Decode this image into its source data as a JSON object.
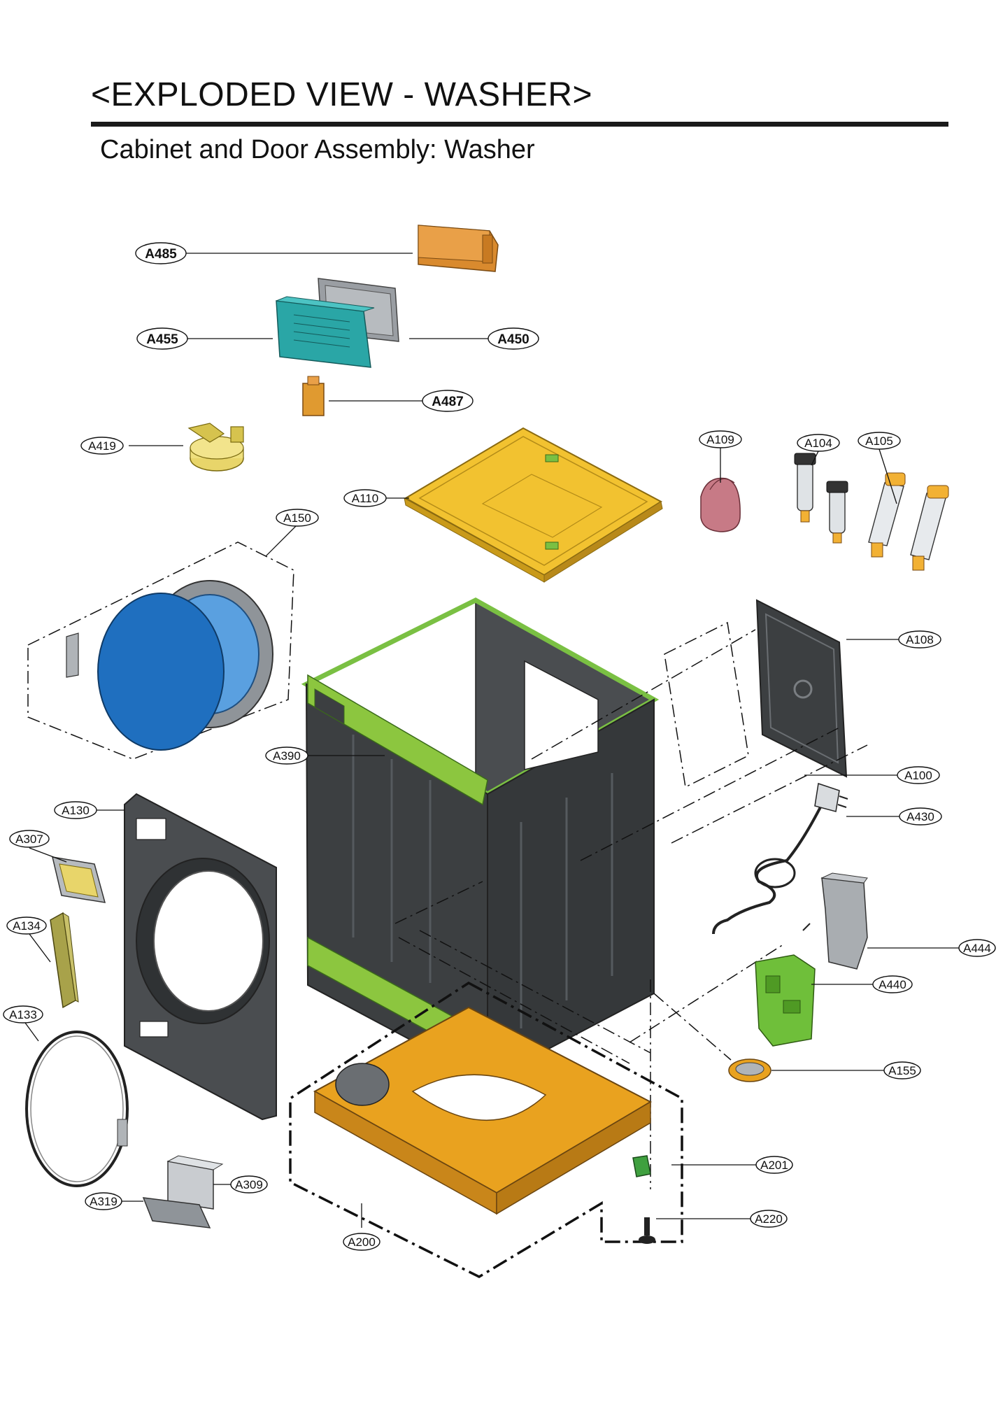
{
  "header": {
    "title": "<EXPLODED VIEW - WASHER>",
    "subtitle": "Cabinet and Door Assembly: Washer"
  },
  "parts": {
    "A485": "A485",
    "A455": "A455",
    "A450": "A450",
    "A487": "A487",
    "A419": "A419",
    "A110": "A110",
    "A109": "A109",
    "A104": "A104",
    "A105": "A105",
    "A150": "A150",
    "A108": "A108",
    "A390": "A390",
    "A100": "A100",
    "A130": "A130",
    "A430": "A430",
    "A307": "A307",
    "A134": "A134",
    "A444": "A444",
    "A440": "A440",
    "A133": "A133",
    "A155": "A155",
    "A201": "A201",
    "A309": "A309",
    "A319": "A319",
    "A220": "A220",
    "A200": "A200"
  },
  "colors": {
    "ink": "#111111",
    "cabinet": "#3c3f41",
    "frame_green": "#8cc63f",
    "base_orange": "#e9a21f",
    "top_yellow": "#f2c230",
    "door_blue": "#1f6fbf",
    "pcb_teal": "#2aa6a6",
    "pink": "#c77a86"
  }
}
